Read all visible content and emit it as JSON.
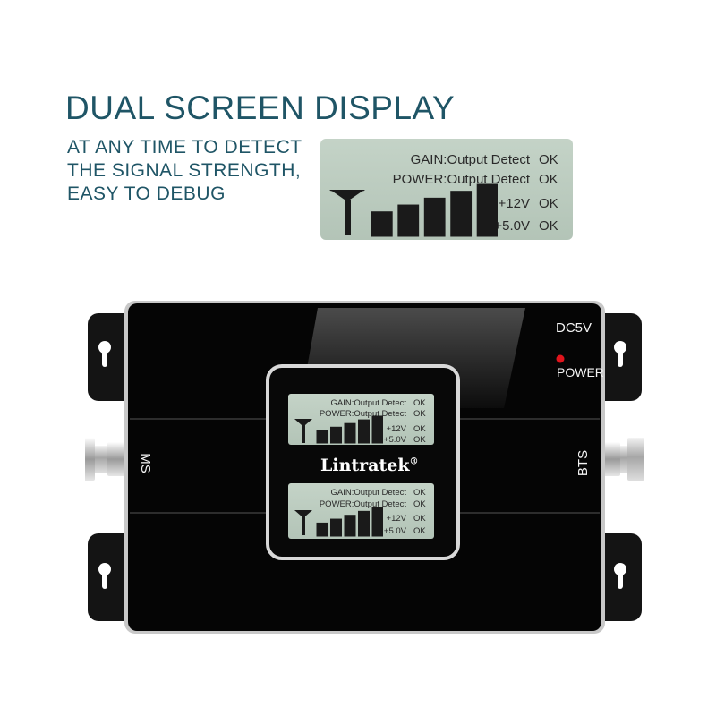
{
  "headline": "DUAL SCREEN DISPLAY",
  "subtitle_lines": [
    "AT ANY TIME TO DETECT",
    "THE SIGNAL STRENGTH,",
    "EASY TO DEBUG"
  ],
  "lcd": {
    "rows": [
      {
        "label": "GAIN:Output Detect",
        "status": "OK"
      },
      {
        "label": "POWER:Output Detect",
        "status": "OK"
      },
      {
        "label": "+12V",
        "status": "OK"
      },
      {
        "label": "+5.0V",
        "status": "OK"
      }
    ],
    "signal_bars": 5,
    "signal_level": 5
  },
  "device": {
    "brand": "Lintratek",
    "trademark": "®",
    "power_input": "DC5V",
    "power_label": "POWER",
    "port_left": "MS",
    "port_right": "BTS",
    "led_color": "#e0141c",
    "body_color": "#050505",
    "lcd_color": "#bccbbf"
  }
}
